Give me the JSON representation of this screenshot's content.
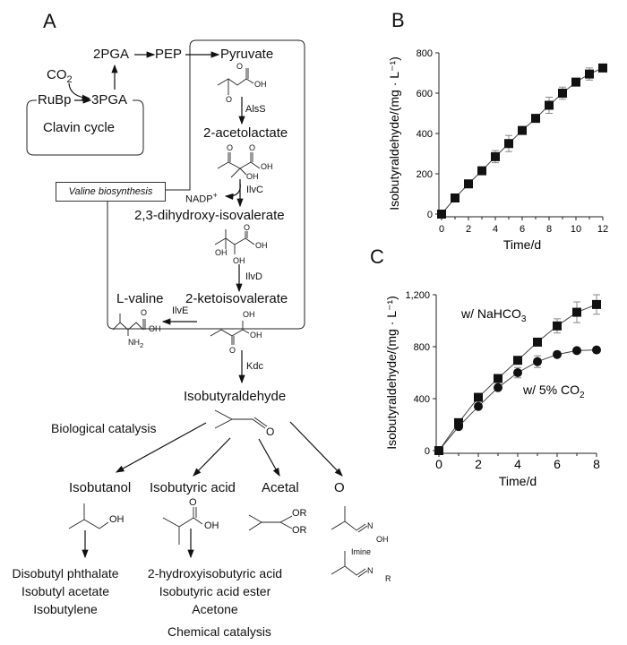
{
  "panel_a": {
    "label": "A",
    "nodes": {
      "pga2": "2PGA",
      "pep": "PEP",
      "pyruvate": "Pyruvate",
      "co2": "CO",
      "co2_sub": "2",
      "rubp": "RuBp",
      "pga3": "3PGA",
      "calvin": "Clavin cycle",
      "acetolactate": "2-acetolactate",
      "valine_box": "Valine biosynthesis",
      "nadp": "NADP",
      "nadp_sup": "+",
      "dihydroxy": "2,3-dihydroxy-isovalerate",
      "ketoisovalerate": "2-ketoisovalerate",
      "lvaline": "L-valine",
      "isobutyraldehyde": "Isobutyraldehyde",
      "bio_cat": "Biological catalysis",
      "isobutanol": "Isobutanol",
      "isobutyric": "Isobutyric acid",
      "acetal": "Acetal",
      "o_label": "O",
      "imine": "Imine",
      "chem_cat": "Chemical catalysis"
    },
    "enzymes": {
      "alss": "AlsS",
      "ilvc": "IlvC",
      "ilvd": "IlvD",
      "ilve": "IlvE",
      "kdc": "Kdc"
    },
    "atoms": {
      "o": "O",
      "oh": "OH",
      "or": "OR",
      "nh2": "NH",
      "nh2_sub": "2",
      "n": "N",
      "r": "R"
    },
    "products_isobutanol": [
      "Disobutyl phthalate",
      "Isobutyl acetate",
      "Isobutylene"
    ],
    "products_isobutyric": [
      "2-hydroxyisobutyric acid",
      "Isobutyric acid ester",
      "Acetone"
    ]
  },
  "chart_data": [
    {
      "panel": "B",
      "type": "line",
      "xlabel": "Time/d",
      "ylabel": "Isobutyraldehyde/(mg · L⁻¹)",
      "xlim": [
        0,
        12
      ],
      "ylim": [
        0,
        800
      ],
      "xticks": [
        "0",
        "2",
        "4",
        "6",
        "8",
        "10",
        "12"
      ],
      "yticks": [
        "0",
        "200",
        "400",
        "600",
        "800"
      ],
      "series": [
        {
          "name": "Isobutyraldehyde",
          "marker": "square",
          "x": [
            0,
            1,
            2,
            3,
            4,
            5,
            6,
            7,
            8,
            9,
            10,
            11,
            12
          ],
          "y": [
            0,
            80,
            150,
            215,
            285,
            350,
            415,
            475,
            540,
            600,
            655,
            695,
            725
          ],
          "err": [
            0,
            5,
            5,
            8,
            30,
            40,
            12,
            10,
            40,
            30,
            12,
            30,
            15
          ]
        }
      ]
    },
    {
      "panel": "C",
      "type": "line",
      "xlabel": "Time/d",
      "ylabel": "Isobutyraldehyde/(mg · L⁻¹)",
      "xlim": [
        0,
        8
      ],
      "ylim": [
        0,
        1200
      ],
      "xticks": [
        "0",
        "2",
        "4",
        "6",
        "8"
      ],
      "yticks": [
        "0",
        "400",
        "800",
        "1,200"
      ],
      "series": [
        {
          "name": "w/ NaHCO",
          "sub": "3",
          "marker": "square",
          "x": [
            0,
            1,
            2,
            3,
            4,
            5,
            6,
            7,
            8
          ],
          "y": [
            0,
            215,
            410,
            555,
            695,
            835,
            960,
            1065,
            1125
          ],
          "err": [
            0,
            15,
            20,
            20,
            20,
            25,
            55,
            80,
            75
          ]
        },
        {
          "name": "w/ 5% CO",
          "sub": "2",
          "marker": "circle",
          "x": [
            0,
            1,
            2,
            3,
            4,
            5,
            6,
            7,
            8
          ],
          "y": [
            0,
            185,
            340,
            485,
            600,
            685,
            740,
            770,
            775
          ],
          "err": [
            0,
            10,
            10,
            15,
            40,
            45,
            15,
            10,
            10
          ]
        }
      ]
    }
  ]
}
